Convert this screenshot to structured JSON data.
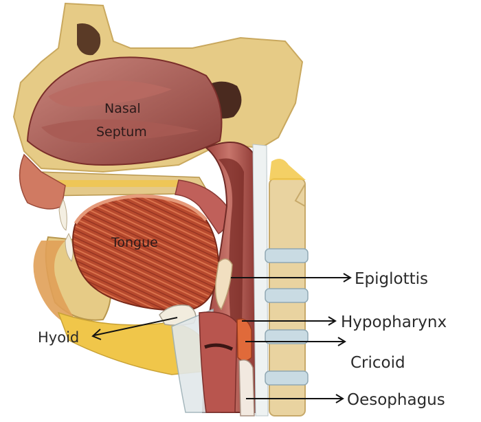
{
  "labels": {
    "nasal_line1": "Nasal",
    "nasal_line2": "Septum",
    "tongue": "Tongue",
    "hyoid": "Hyoid",
    "epiglottis": "Epiglottis",
    "hypopharynx": "Hypopharynx",
    "cricoid": "Cricoid",
    "oesophagus": "Oesophagus"
  },
  "colors": {
    "bone": "#e8cf8c",
    "soft_tissue": "#c0605a",
    "muscle": "#b8482f",
    "cavity": "#8c4640",
    "fat": "#f2c84a",
    "vertebra": "#e9d3a0",
    "disc": "#c9dbe3"
  }
}
